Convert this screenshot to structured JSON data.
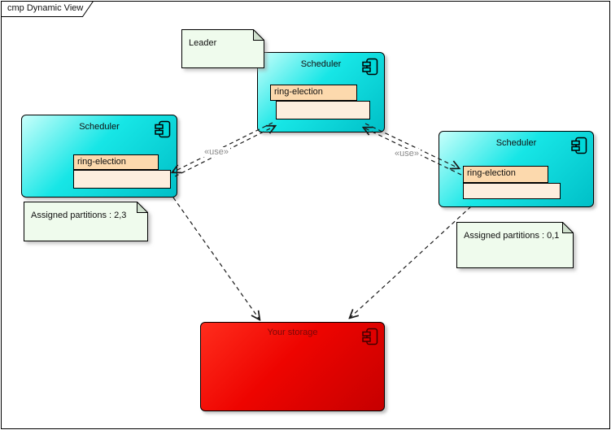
{
  "frame": {
    "title": "cmp Dynamic View"
  },
  "diagram": {
    "components": {
      "scheduler_top": {
        "name": "Scheduler",
        "parts": [
          "ring-election"
        ]
      },
      "scheduler_left": {
        "name": "Scheduler",
        "parts": [
          "ring-election"
        ]
      },
      "scheduler_right": {
        "name": "Scheduler",
        "parts": [
          "ring-election"
        ]
      },
      "storage": {
        "name": "Your storage"
      }
    },
    "notes": {
      "leader": "Leader",
      "partitions_left": "Assigned partitions : 2,3",
      "partitions_right": "Assigned partitions : 0,1"
    },
    "connectors": {
      "use_left": "«use»",
      "use_right": "«use»"
    },
    "colors": {
      "component_fill": "#00d8d8",
      "storage_fill": "#ee0000",
      "part_fill": "#fcd9ad",
      "part_body_fill": "#fdeede",
      "note_fill": "#effbed",
      "use_label_color": "#8a8a8a"
    }
  }
}
